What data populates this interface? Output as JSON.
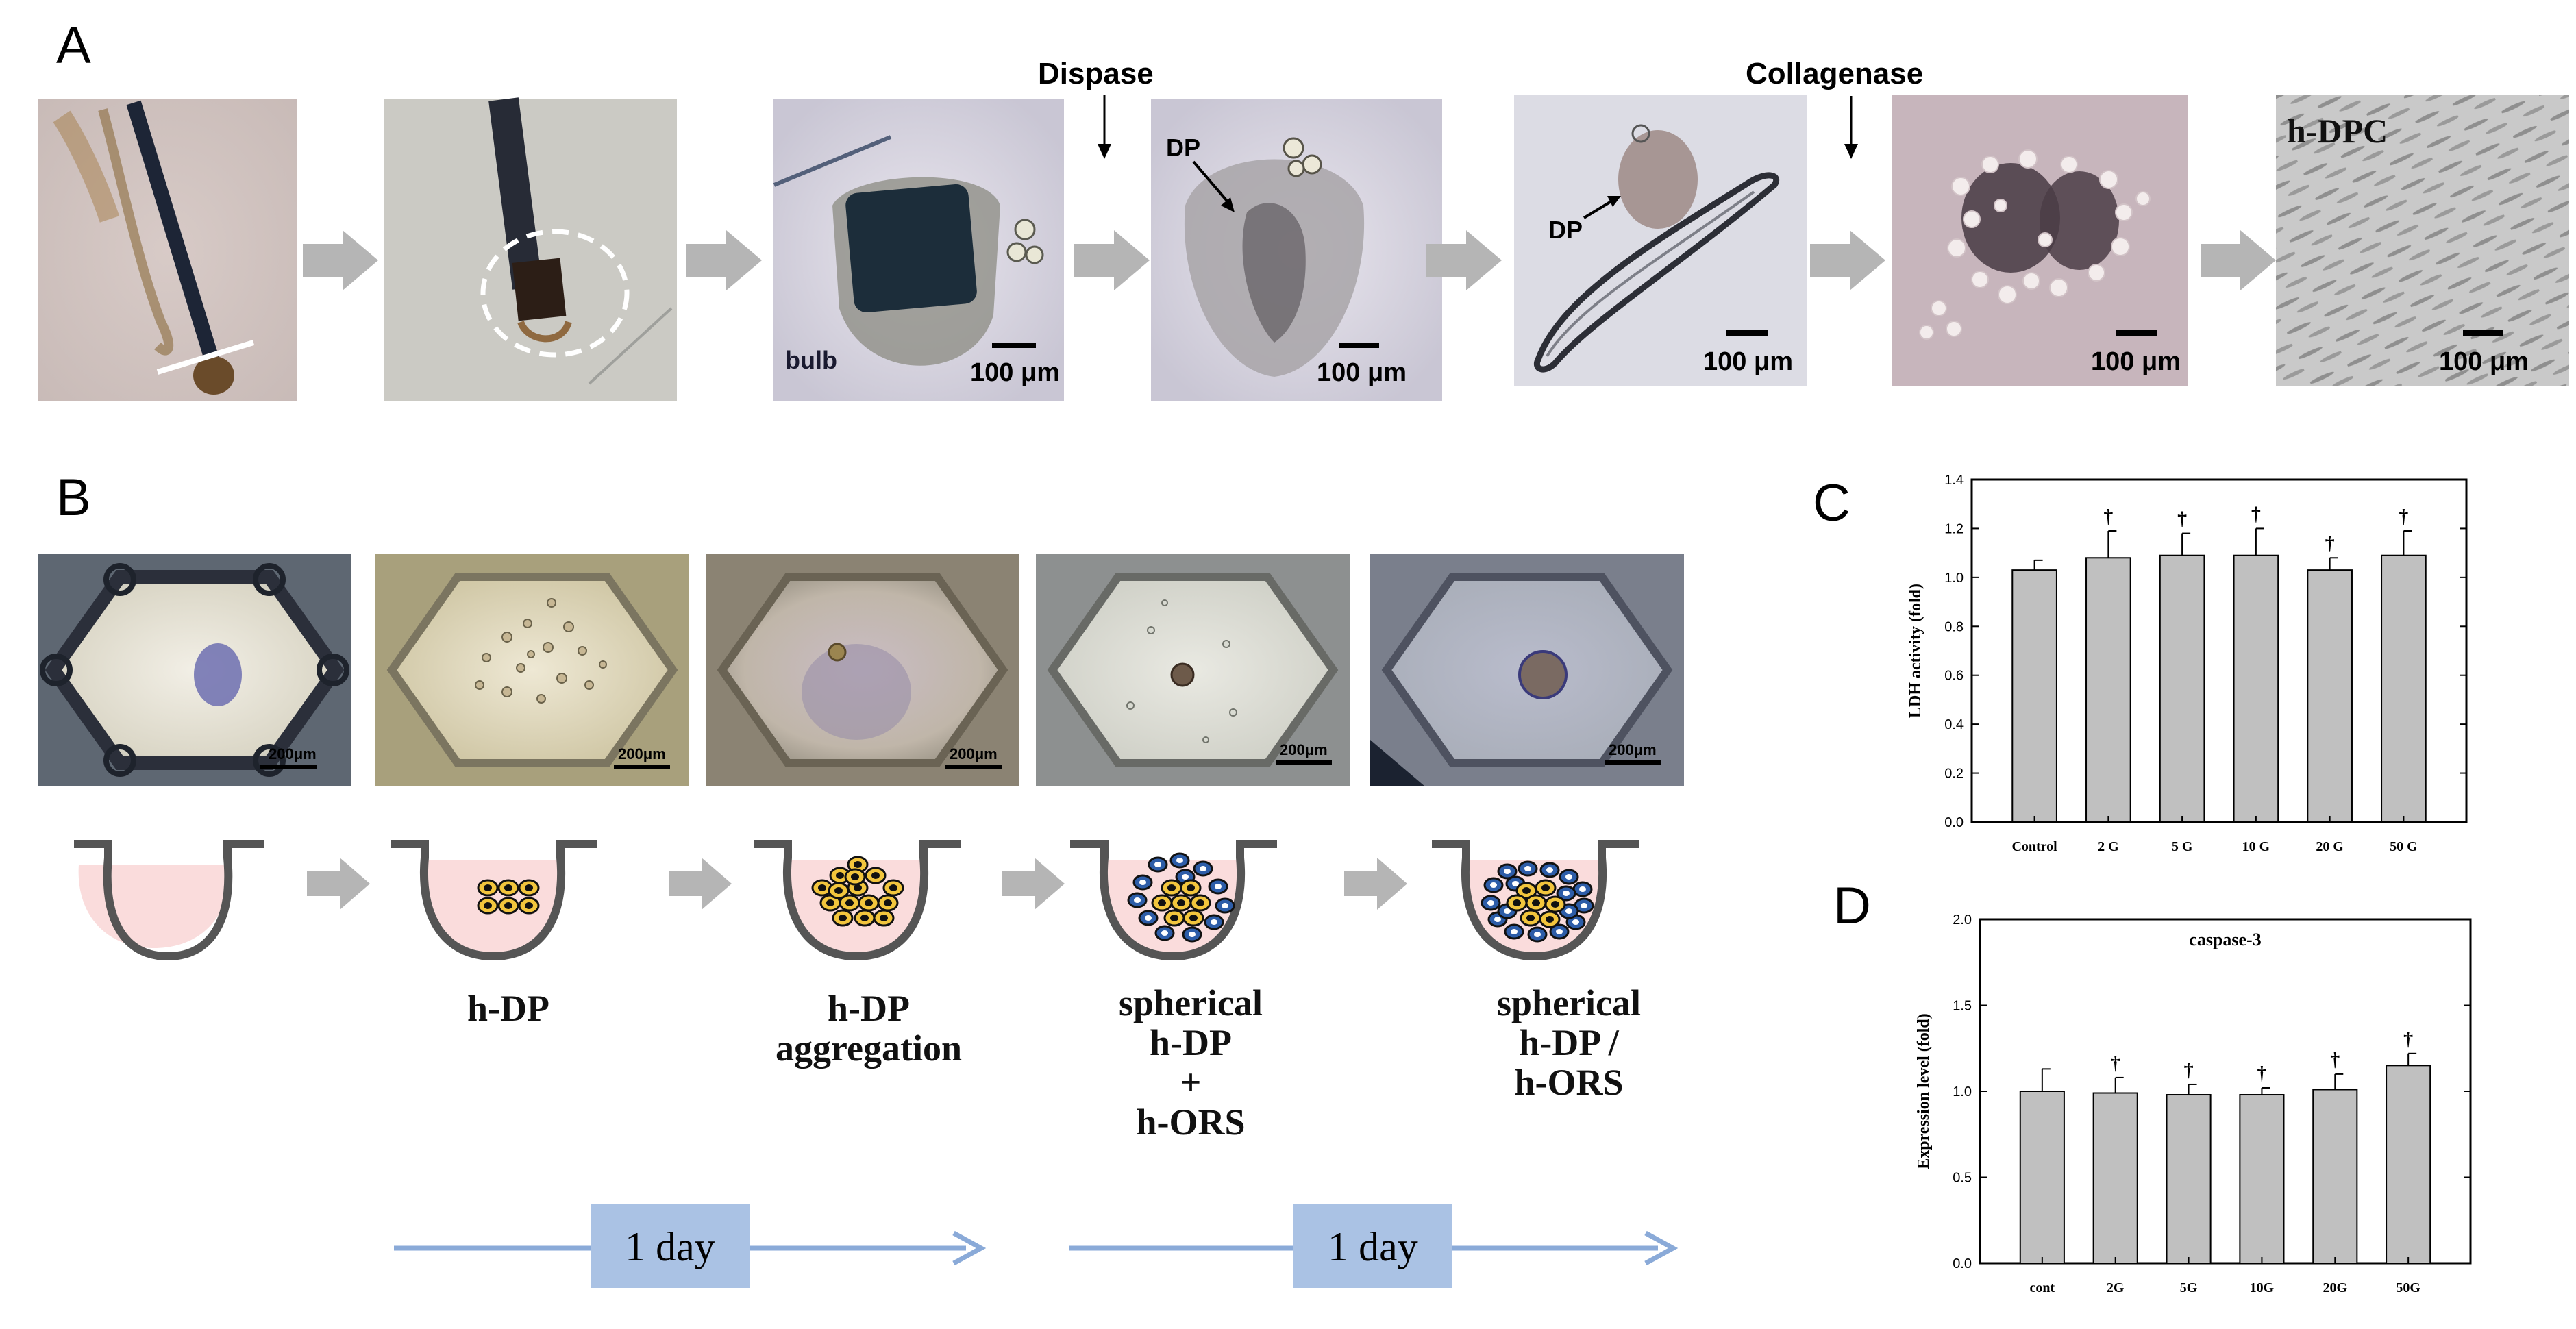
{
  "panel_letters": {
    "a": "A",
    "b": "B",
    "c": "C",
    "d": "D"
  },
  "panel_a": {
    "dispase": "Dispase",
    "collagenase": "Collagenase",
    "dp": "DP",
    "bulb": "bulb",
    "scale": "100 μm",
    "hdpc": "h-DPC"
  },
  "panel_b": {
    "scale": "200μm",
    "stages": [
      "h-DP",
      "h-DP\naggregation",
      "spherical\nh-DP\n+\nh-ORS",
      "spherical\nh-DP /\nh-ORS"
    ],
    "timeline": [
      "1 day",
      "1 day"
    ]
  },
  "colors": {
    "medium": "#fadcdc",
    "well": "#555555",
    "arrow": "#b5b5b5",
    "timeline": "#8aaad8",
    "day_box": "#aac2e4",
    "bar": "#c0c0c0"
  },
  "chart_data": [
    {
      "type": "bar",
      "title": "",
      "xlabel": "",
      "ylabel": "LDH activity (fold)",
      "categories": [
        "Control",
        "2 G",
        "5 G",
        "10 G",
        "20 G",
        "50 G"
      ],
      "values": [
        1.03,
        1.08,
        1.09,
        1.09,
        1.03,
        1.09
      ],
      "errors": [
        0.04,
        0.11,
        0.09,
        0.11,
        0.05,
        0.1
      ],
      "markers": [
        "",
        "†",
        "†",
        "†",
        "†",
        "†"
      ],
      "ylim": [
        0.0,
        1.4
      ],
      "yticks": [
        "0.0",
        "0.2",
        "0.4",
        "0.6",
        "0.8",
        "1.0",
        "1.2",
        "1.4"
      ]
    },
    {
      "type": "bar",
      "title": "caspase-3",
      "xlabel": "",
      "ylabel": "Expression level (fold)",
      "categories": [
        "cont",
        "2G",
        "5G",
        "10G",
        "20G",
        "50G"
      ],
      "values": [
        1.0,
        0.99,
        0.98,
        0.98,
        1.01,
        1.15
      ],
      "errors": [
        0.13,
        0.09,
        0.06,
        0.04,
        0.09,
        0.07
      ],
      "markers": [
        "",
        "†",
        "†",
        "†",
        "†",
        "†"
      ],
      "ylim": [
        0.0,
        2.0
      ],
      "yticks": [
        "0.0",
        "0.5",
        "1.0",
        "1.5",
        "2.0"
      ]
    }
  ]
}
